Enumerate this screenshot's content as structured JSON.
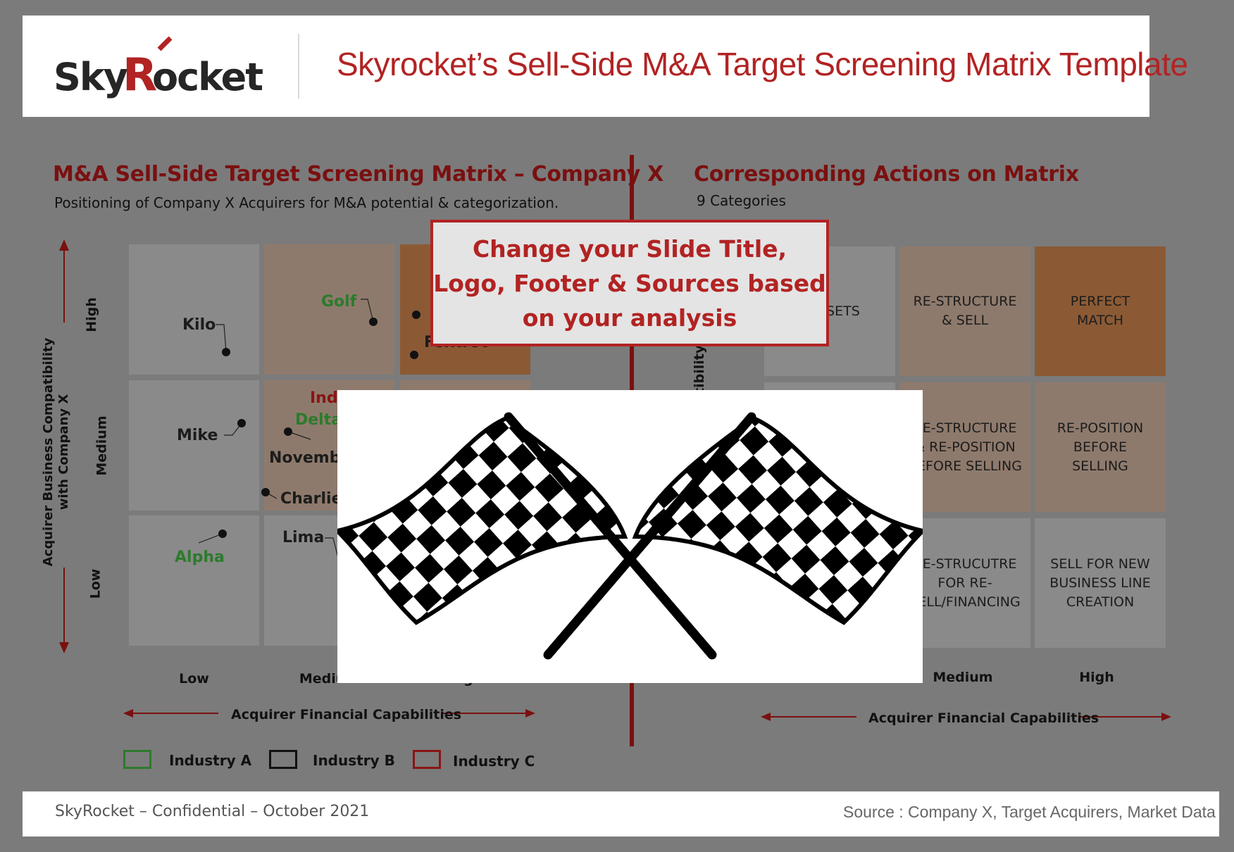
{
  "header": {
    "logo_text": "SkyRocket",
    "title": "Skyrocket’s Sell-Side M&A Target Screening Matrix Template"
  },
  "left": {
    "title": "M&A Sell-Side Target Screening Matrix – Company X",
    "subtitle": "Positioning of Company X Acquirers for M&A potential & categorization.",
    "y_axis_title_line1": "Acquirer Business Compatibility",
    "y_axis_title_line2": "with Company X",
    "y_levels": [
      "High",
      "Medium",
      "Low"
    ],
    "x_levels": [
      "Low",
      "Medium",
      "High"
    ],
    "x_axis_title": "Acquirer Financial Capabilities",
    "companies": [
      {
        "name": "Kilo",
        "industry": "B"
      },
      {
        "name": "Golf",
        "industry": "A"
      },
      {
        "name": "Foxtrot",
        "industry": "B"
      },
      {
        "name": "Mike",
        "industry": "B"
      },
      {
        "name": "India",
        "industry": "C"
      },
      {
        "name": "Delta",
        "industry": "A"
      },
      {
        "name": "November",
        "industry": "B"
      },
      {
        "name": "Charlie",
        "industry": "B"
      },
      {
        "name": "Alpha",
        "industry": "A"
      },
      {
        "name": "Lima",
        "industry": "B"
      }
    ],
    "legend": [
      {
        "label": "Industry A",
        "color": "#2d7a2d"
      },
      {
        "label": "Industry B",
        "color": "#111111"
      },
      {
        "label": "Industry C",
        "color": "#8a1414"
      }
    ]
  },
  "right": {
    "title": "Corresponding Actions on Matrix",
    "subtitle": "9 Categories",
    "y_axis_title_fragment": "tibility",
    "x_levels": [
      "Medium",
      "High"
    ],
    "x_axis_title": "Acquirer Financial Capabilities",
    "actions": {
      "high_low": "SSETS",
      "high_medium": "RE-STRUCTURE & SELL",
      "high_high": "PERFECT MATCH",
      "medium_medium": "RE-STRUCTURE & RE-POSITION BEFORE SELLING",
      "medium_high": "RE-POSITION BEFORE SELLING",
      "low_medium": "RE-STRUCUTRE FOR RE-SELL/FINANCING",
      "low_high": "SELL FOR NEW BUSINESS LINE CREATION"
    }
  },
  "callout": "Change your Slide Title, Logo, Footer & Sources based on your analysis",
  "footer": {
    "left": "SkyRocket – Confidential – October 2021",
    "right": "Source : Company X, Target Acquirers, Market Data"
  },
  "colors": {
    "accent": "#b22323",
    "dark_red": "#7a1010",
    "cell_gray": "#8a8a8a",
    "cell_tan": "#8e7a6c",
    "cell_brown": "#8b5a35"
  }
}
